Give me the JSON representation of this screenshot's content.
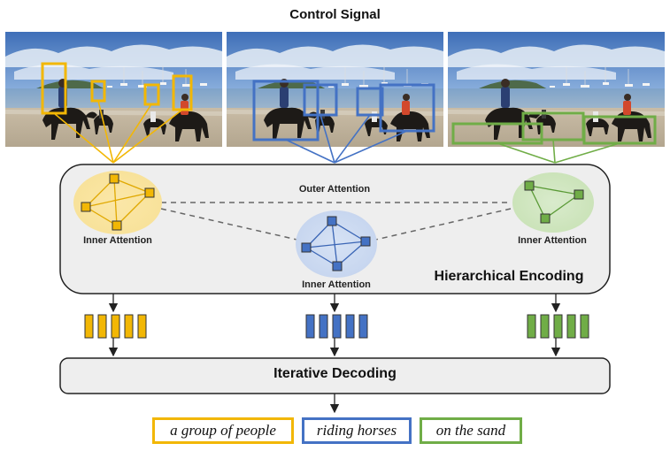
{
  "title": "Control Signal",
  "encoder": {
    "label": "Hierarchical Encoding",
    "outer_label": "Outer Attention",
    "inner_label_1": "Inner Attention",
    "inner_label_2": "Inner Attention",
    "inner_label_3": "Inner Attention"
  },
  "decoder": {
    "label": "Iterative Decoding"
  },
  "phrases": [
    {
      "text": "a group of people",
      "color": "#f2b705"
    },
    {
      "text": "riding horses",
      "color": "#4472c4"
    },
    {
      "text": "on the sand",
      "color": "#70ad47"
    }
  ],
  "colors": {
    "yellow": "#f2b705",
    "blue": "#4472c4",
    "green": "#70ad47"
  }
}
